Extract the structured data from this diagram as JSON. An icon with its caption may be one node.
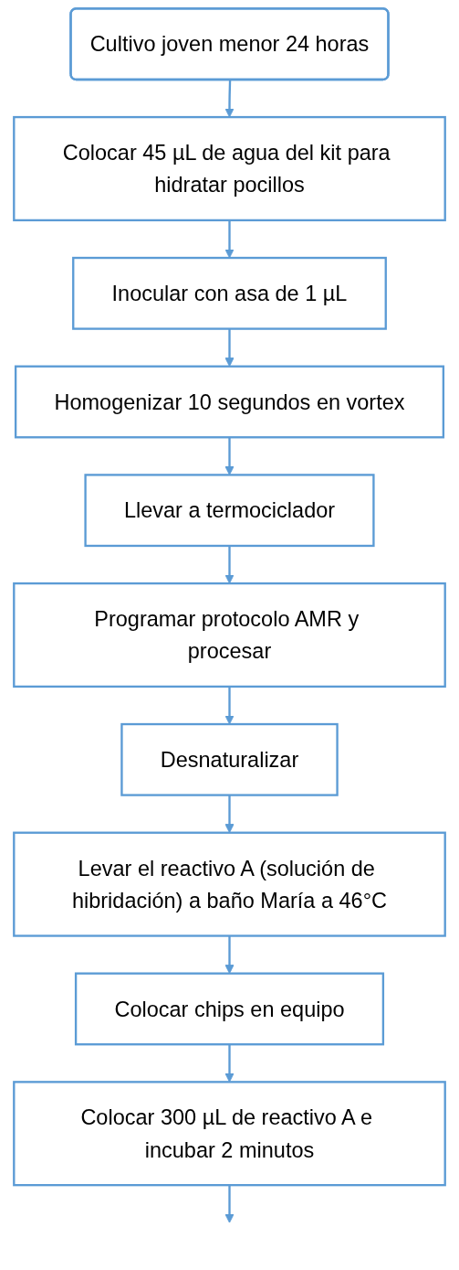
{
  "diagram": {
    "nodes": [
      {
        "text": [
          "Cultivo joven menor 24 horas"
        ]
      },
      {
        "text": [
          "Colocar 45 µL de agua del kit para hidratar pocillos"
        ]
      },
      {
        "text": [
          "Inocular con asa de 1 µL"
        ]
      },
      {
        "text": [
          "Homogenizar 10 segundos en vortex"
        ]
      },
      {
        "text": [
          "Llevar a termociclador"
        ]
      },
      {
        "text": [
          "Programar protocolo AMR y procesar"
        ]
      },
      {
        "text": [
          "Desnaturalizar"
        ]
      },
      {
        "text": [
          "Levar el reactivo A (solución de hibridación) a baño María a 46°C"
        ]
      },
      {
        "text": [
          "Colocar chips en equipo"
        ]
      },
      {
        "text": [
          "Colocar 300 µL de reactivo A e incubar 2 minutos"
        ]
      }
    ],
    "edges": [
      {
        "from": 0,
        "to": 1,
        "arrow": "to"
      },
      {
        "from": 1,
        "to": 2,
        "arrow": "to"
      },
      {
        "from": 2,
        "to": 3,
        "arrow": "to"
      },
      {
        "from": 3,
        "to": 4,
        "arrow": "to"
      },
      {
        "from": 4,
        "to": 5,
        "arrow": "to"
      },
      {
        "from": 5,
        "to": 6,
        "arrow": "to"
      },
      {
        "from": 6,
        "to": 7,
        "arrow": "to"
      },
      {
        "from": 7,
        "to": 8,
        "arrow": "to"
      },
      {
        "from": 8,
        "to": 9,
        "arrow": "to"
      },
      {
        "from": 9,
        "to": null,
        "arrow": "to"
      }
    ]
  }
}
